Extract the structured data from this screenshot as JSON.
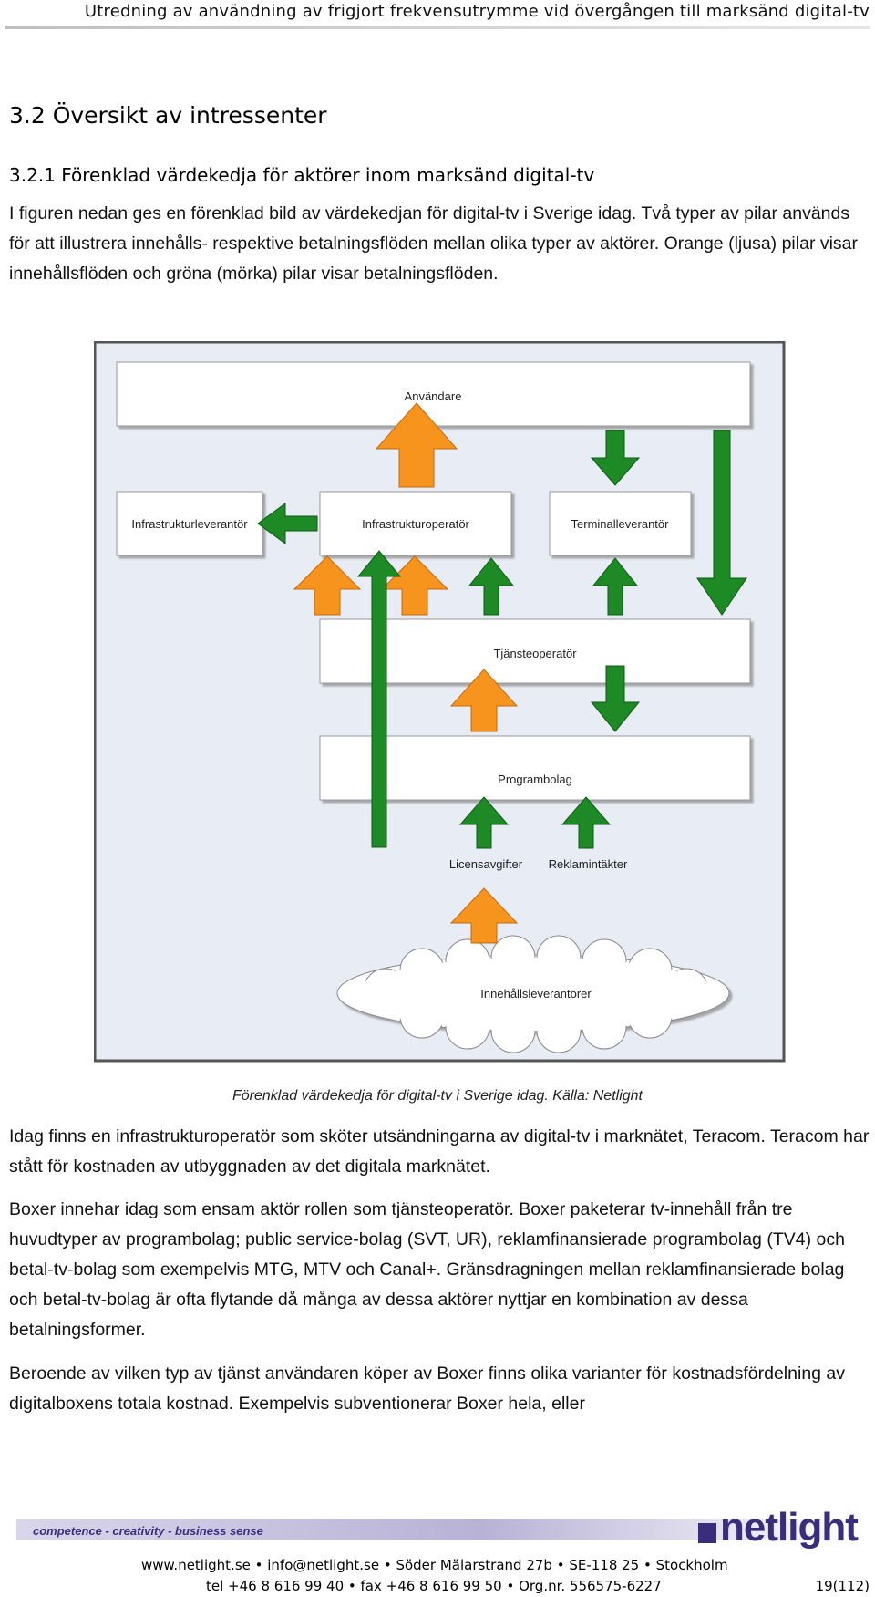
{
  "header": {
    "title": "Utredning av användning av frigjort frekvensutrymme vid övergången till marksänd digital-tv"
  },
  "section": {
    "heading": "3.2 Översikt av intressenter",
    "subheading": "3.2.1 Förenklad värdekedja för aktörer inom marksänd digital-tv"
  },
  "paragraphs": {
    "intro": "I figuren nedan ges en förenklad bild av värdekedjan för digital-tv i Sverige idag. Två typer av pilar används för att illustrera innehålls- respektive betalningsflöden mellan olika typer av aktörer. Orange (ljusa) pilar visar innehållsflöden och gröna (mörka) pilar visar betalningsflöden.",
    "p2": "Idag finns en infrastrukturoperatör som sköter utsändningarna av digital-tv i marknätet, Teracom. Teracom har stått för kostnaden av utbyggnaden av det digitala marknätet.",
    "p3": "Boxer innehar idag som ensam aktör rollen som tjänsteoperatör. Boxer paketerar tv-innehåll från tre huvudtyper av programbolag; public service-bolag (SVT, UR), reklamfinansierade programbolag (TV4) och betal-tv-bolag som exempelvis MTG, MTV och Canal+. Gränsdragningen mellan reklamfinansierade bolag och betal-tv-bolag är ofta flytande då många av dessa aktörer nyttjar en kombination av dessa betalningsformer.",
    "p4": "Beroende av vilken typ av tjänst användaren köper av Boxer finns olika varianter för kostnadsfördelning av digitalboxens totala kostnad. Exempelvis subventionerar Boxer hela, eller"
  },
  "diagram": {
    "boxes": {
      "users": "Användare",
      "infra_supplier": "Infrastrukturleverantör",
      "infra_operator": "Infrastrukturoperatör",
      "terminal_supplier": "Terminalleverantör",
      "service_operator": "Tjänsteoperatör",
      "broadcaster": "Programbolag",
      "content_suppliers": "Innehållsleverantörer"
    },
    "labels": {
      "license_fees": "Licensavgifter",
      "ad_revenue": "Reklamintäkter"
    },
    "colors": {
      "background": "#e8ecf5",
      "content_arrow": "#f7941d",
      "payment_arrow": "#1d8a26"
    }
  },
  "caption": "Förenklad värdekedja för digital-tv i Sverige idag. Källa: Netlight",
  "footer": {
    "tagline": "competence - creativity - business sense",
    "logo": "netlight",
    "line1": "www.netlight.se • info@netlight.se • Söder Mälarstrand 27b • SE-118 25 • Stockholm",
    "line2": "tel +46 8 616 99 40 • fax +46 8 616 99 50 • Org.nr. 556575-6227",
    "page": "19(112)"
  }
}
